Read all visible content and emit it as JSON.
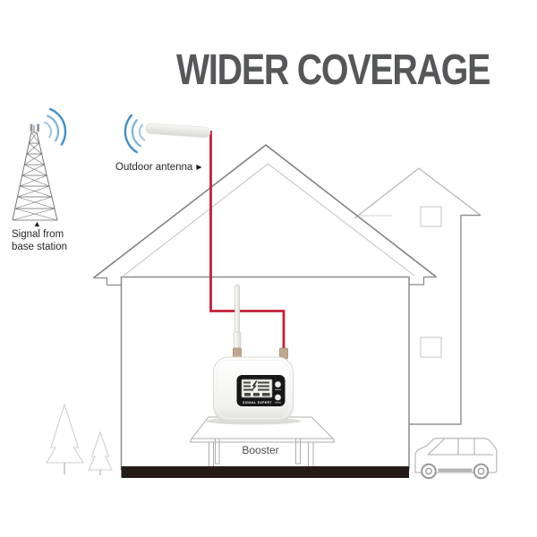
{
  "page": {
    "title": "WIDER COVERAGE"
  },
  "diagram": {
    "labels": {
      "outdoor_antenna": "Outdoor antenna",
      "base_station": "Signal from base station",
      "booster": "Booster"
    },
    "device": {
      "brand": "SIGNAL EXPERT"
    },
    "icons": {
      "right_arrow": "▶",
      "up_arrow": "▲"
    },
    "colors": {
      "cable_red": "#c51f35",
      "signal_blue": "#3d8fc9",
      "signal_blue_light": "#a5c8e6",
      "title_gray": "#565759",
      "floor_dark": "#241a17"
    }
  }
}
